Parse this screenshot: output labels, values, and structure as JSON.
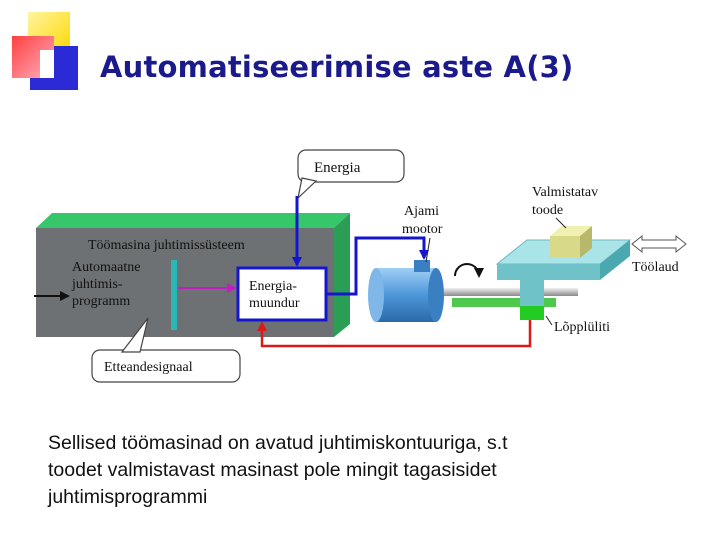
{
  "title": "Automatiseerimise aste A(3)",
  "diagram": {
    "energia": "Energia",
    "toomasina_juhtimissusteem": "Töömasina juhtimissüsteem",
    "automaatne_line1": "Automaatne",
    "automaatne_line2": "juhtimis-",
    "automaatne_line3": "programm",
    "energiamuundur_line1": "Energia-",
    "energiamuundur_line2": "muundur",
    "ajami_line1": "Ajami",
    "ajami_line2": "mootor",
    "valmistatav_line1": "Valmistatav",
    "valmistatav_line2": "toode",
    "toolaud": "Töölaud",
    "lopplulit": "Lõpplüliti",
    "etteandesignaal": "Etteandesignaal"
  },
  "body": {
    "line1": "Sellised töömasinad on avatud juhtimiskontuuriga, s.t",
    "line2": "toodet valmistavast masinast pole mingit tagasisidet",
    "line3": "juhtimisprogrammi"
  },
  "colors": {
    "title": "#1a1a8c",
    "deco_yellow": "#ffe600",
    "deco_blue": "#2b2bd6",
    "deco_red": "#ff2b2b",
    "panel_gray": "#6e7173",
    "panel_green": "#36c76a",
    "energy_arrow": "#1515d0",
    "signal_arrow": "#d91a1a",
    "motor_blue": "#4d96d9",
    "table_cyan": "#8ed6db",
    "workpiece": "#d9d98a",
    "endswitch_green": "#22cc22"
  }
}
